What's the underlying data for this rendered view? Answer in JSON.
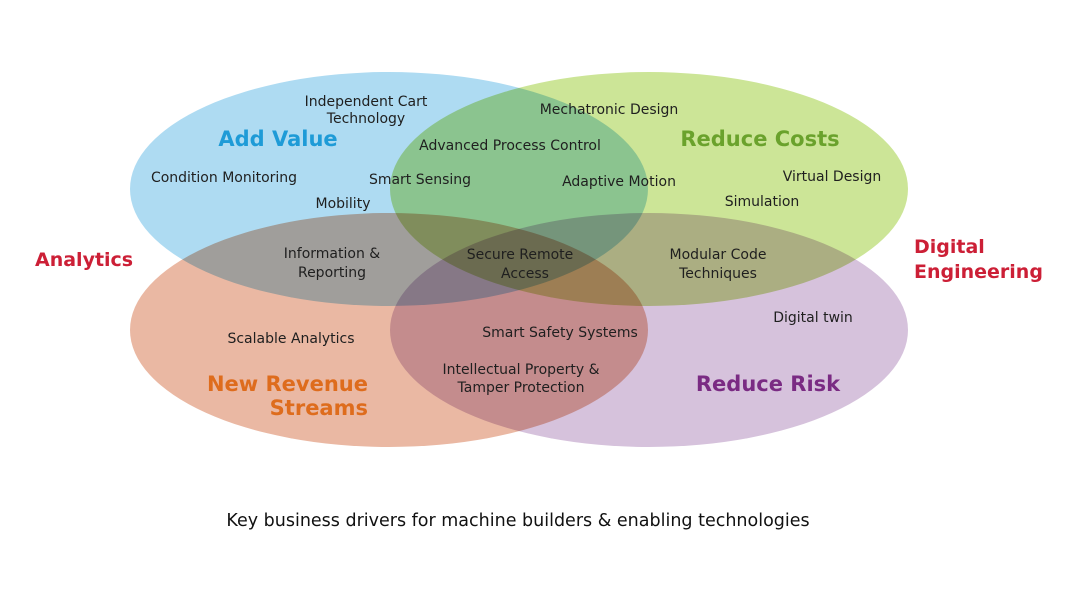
{
  "circles": {
    "add_value": {
      "title": "Add Value",
      "fill": "#aedbf2",
      "title_color": "#1e9bd7"
    },
    "reduce_costs": {
      "title": "Reduce Costs",
      "fill": "#cce597",
      "title_color": "#6aa22c"
    },
    "new_revenue_streams": {
      "title_line1": "New Revenue",
      "title_line2": "Streams",
      "fill": "#eab8a3",
      "title_color": "#de6c1d"
    },
    "reduce_risk": {
      "title": "Reduce Risk",
      "fill": "#d6c2dc",
      "title_color": "#7a2b83"
    }
  },
  "side_labels": {
    "analytics": "Analytics",
    "digital_engineering_line1": "Digital",
    "digital_engineering_line2": "Engineering",
    "color": "#cc1f36"
  },
  "items": {
    "independent_cart_line1": "Independent Cart",
    "independent_cart_line2": "Technology",
    "mechatronic_design": "Mechatronic Design",
    "advanced_process_control": "Advanced Process Control",
    "condition_monitoring": "Condition Monitoring",
    "smart_sensing": "Smart Sensing",
    "adaptive_motion": "Adaptive Motion",
    "virtual_design": "Virtual Design",
    "mobility": "Mobility",
    "simulation": "Simulation",
    "information_reporting_line1": "Information &",
    "information_reporting_line2": "Reporting",
    "secure_remote_access_line1": "Secure Remote",
    "secure_remote_access_line2": "Access",
    "modular_code_line1": "Modular Code",
    "modular_code_line2": "Techniques",
    "digital_twin": "Digital twin",
    "scalable_analytics": "Scalable Analytics",
    "smart_safety_systems": "Smart Safety Systems",
    "ip_tamper_line1": "Intellectual Property &",
    "ip_tamper_line2": "Tamper Protection"
  },
  "caption": "Key business drivers for machine builders & enabling technologies"
}
